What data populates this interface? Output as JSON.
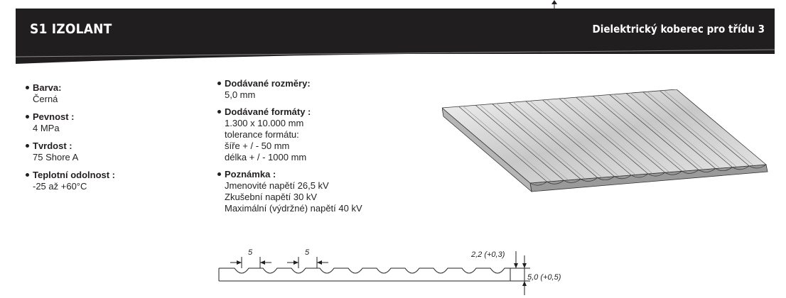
{
  "header": {
    "title": "S1 IZOLANT",
    "subtitle": "Dielektrický koberec pro třídu 3"
  },
  "properties_left": [
    {
      "label": "Barva:",
      "value": "Černá"
    },
    {
      "label": "Pevnost :",
      "value": "4 MPa"
    },
    {
      "label": "Tvrdost :",
      "value": "75 Shore A"
    },
    {
      "label": "Teplotní odolnost :",
      "value": "-25 až +60°C"
    }
  ],
  "properties_right": {
    "sizes": {
      "label": "Dodávané rozměry:",
      "value": "5,0  mm"
    },
    "formats": {
      "label": "Dodávané formáty :",
      "lines": [
        "1.300 x 10.000 mm",
        "tolerance formátu:",
        "šíře + / - 50 mm",
        "délka + / - 1000 mm"
      ]
    },
    "note": {
      "label": "Poznámka :",
      "lines": [
        "Jmenovité napětí 26,5 kV",
        "Zkušební napětí 30 kV",
        "Maximální (výdržné) napětí 40 kV"
      ]
    }
  },
  "drawing": {
    "dim_pitch_1": "5",
    "dim_pitch_2": "5",
    "dim_depth": "2,2 (+0,3)",
    "dim_thickness": "5,0 (+0,5)"
  },
  "colors": {
    "header_bg": "#211e1f",
    "header_text": "#ffffff",
    "text": "#231f20"
  }
}
